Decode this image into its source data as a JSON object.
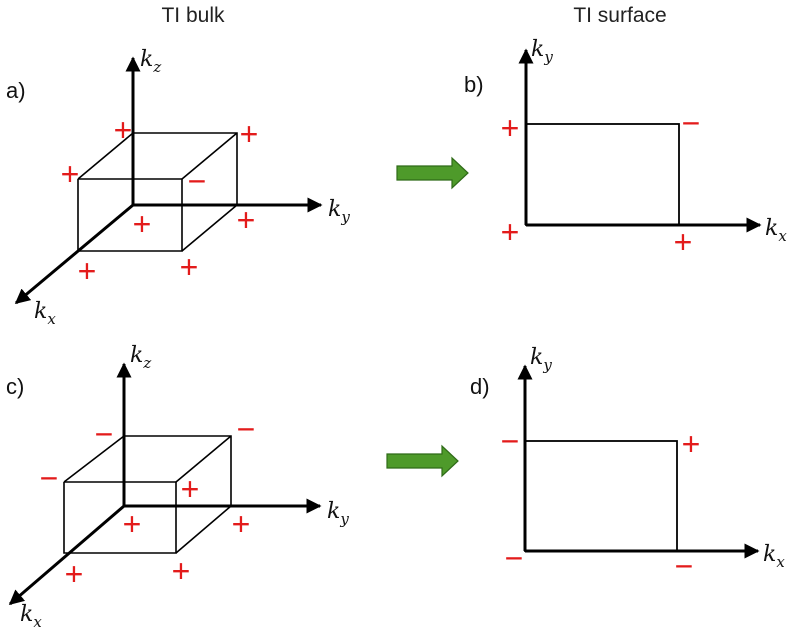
{
  "titles": {
    "bulk": "TI bulk",
    "surface": "TI surface"
  },
  "panels": {
    "a": {
      "label": "a)",
      "axes": {
        "kz": [
          "k",
          "z"
        ],
        "ky": [
          "k",
          "y"
        ],
        "kx": [
          "k",
          "x"
        ]
      },
      "signs": {
        "top_back_left": "+",
        "top_back_right": "+",
        "top_front_left": "+",
        "top_front_right": "−",
        "bottom_back_left": "+",
        "bottom_back_right": "+",
        "bottom_front_left": "+",
        "bottom_front_right": "+"
      }
    },
    "b": {
      "label": "b)",
      "axes": {
        "ky": [
          "k",
          "y"
        ],
        "kx": [
          "k",
          "x"
        ]
      },
      "signs": {
        "top_left": "+",
        "top_right": "−",
        "bottom_left": "+",
        "bottom_right": "+"
      }
    },
    "c": {
      "label": "c)",
      "axes": {
        "kz": [
          "k",
          "z"
        ],
        "ky": [
          "k",
          "y"
        ],
        "kx": [
          "k",
          "x"
        ]
      },
      "signs": {
        "top_back_left": "−",
        "top_back_right": "−",
        "top_front_left": "−",
        "top_front_right": "+",
        "bottom_back_left": "+",
        "bottom_back_right": "+",
        "bottom_front_left": "+",
        "bottom_front_right": "+"
      }
    },
    "d": {
      "label": "d)",
      "axes": {
        "ky": [
          "k",
          "y"
        ],
        "kx": [
          "k",
          "x"
        ]
      },
      "signs": {
        "top_left": "−",
        "top_right": "+",
        "bottom_left": "−",
        "bottom_right": "−"
      }
    }
  },
  "colors": {
    "sign": "#e31b1b",
    "arrow_fill": "#4e9a2a",
    "arrow_stroke": "#2f6b18",
    "line": "#000000"
  }
}
